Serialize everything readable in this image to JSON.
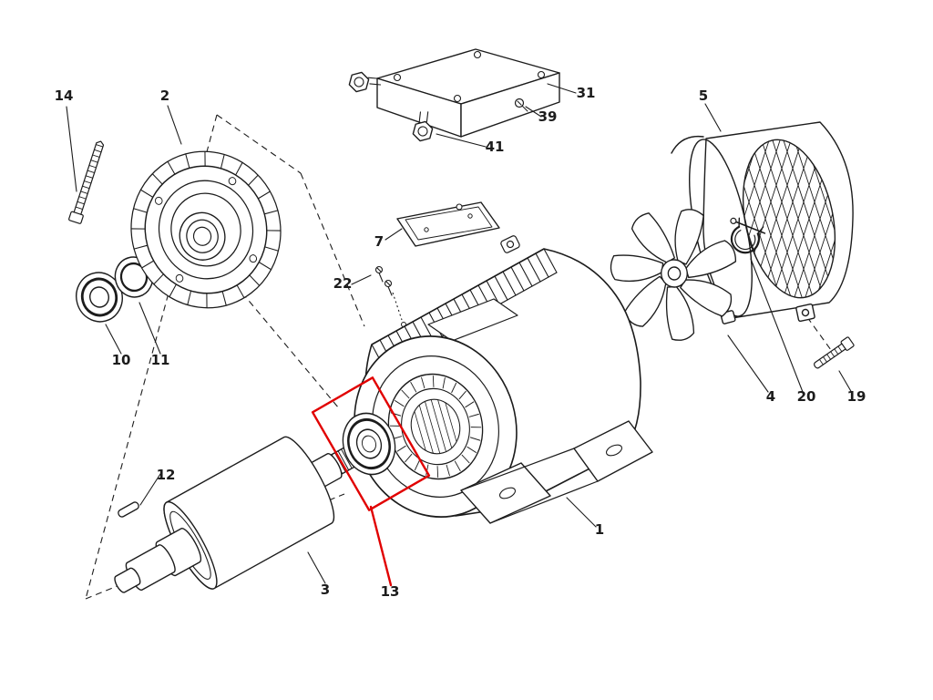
{
  "figure": {
    "type": "exploded-parts-diagram",
    "subject": "electric-motor-exploded-view",
    "background": "#ffffff",
    "line_color": "#1c1c1c",
    "highlight_color": "#e10000",
    "highlighted_part": "13"
  },
  "callouts": [
    {
      "label": "14"
    },
    {
      "label": "2"
    },
    {
      "label": "10"
    },
    {
      "label": "11"
    },
    {
      "label": "12"
    },
    {
      "label": "3"
    },
    {
      "label": "13"
    },
    {
      "label": "22"
    },
    {
      "label": "7"
    },
    {
      "label": "41"
    },
    {
      "label": "31"
    },
    {
      "label": "39"
    },
    {
      "label": "1"
    },
    {
      "label": "4"
    },
    {
      "label": "20"
    },
    {
      "label": "5"
    },
    {
      "label": "19"
    }
  ]
}
